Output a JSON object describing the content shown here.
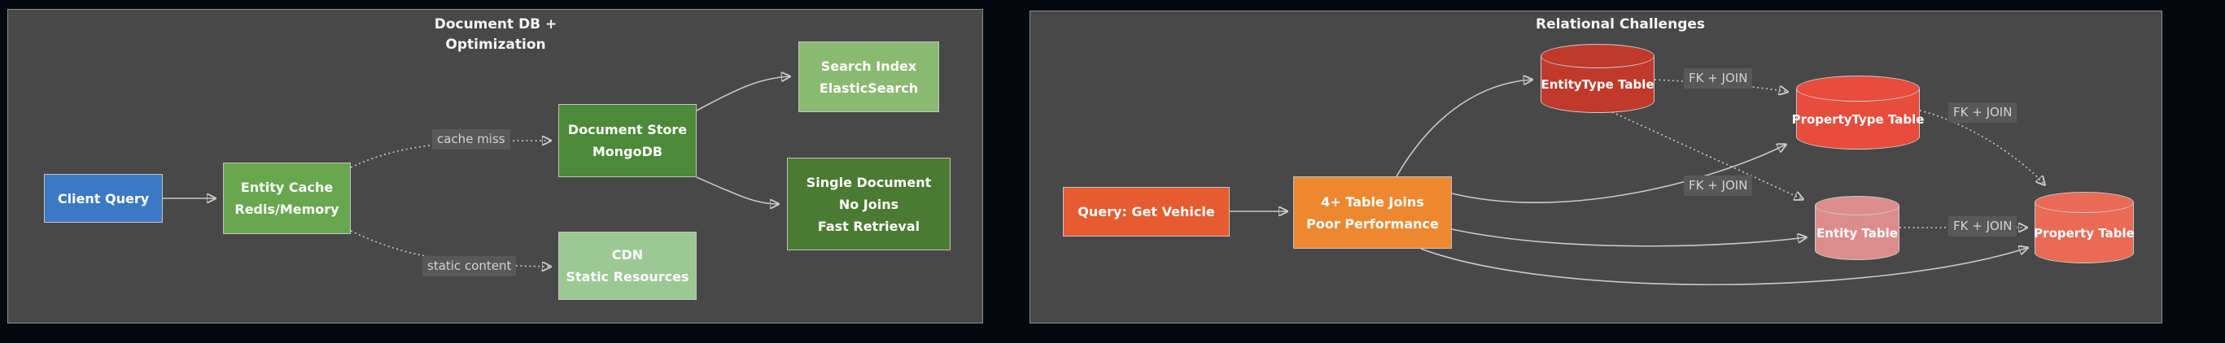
{
  "theme": {
    "page_bg": "#05080f",
    "panel_bg": "#484848",
    "edge_color": "#c8c8c8",
    "edge_label_bg": "#585858",
    "text_color": "#ffffff"
  },
  "left_diagram": {
    "title_line1": "Document DB +",
    "title_line2": "Optimization",
    "nodes": {
      "client_query": {
        "label": "Client Query",
        "fill": "#3c79c4"
      },
      "entity_cache": {
        "label1": "Entity Cache",
        "label2": "Redis/Memory",
        "fill": "#68a74e"
      },
      "document_store": {
        "label1": "Document Store",
        "label2": "MongoDB",
        "fill": "#4b8a39"
      },
      "cdn": {
        "label1": "CDN",
        "label2": "Static Resources",
        "fill": "#9cc893"
      },
      "search_index": {
        "label1": "Search Index",
        "label2": "ElasticSearch",
        "fill": "#8aba70"
      },
      "single_document": {
        "label1": "Single Document",
        "label2": "No Joins",
        "label3": "Fast Retrieval",
        "fill": "#4b7b33"
      }
    },
    "edge_labels": {
      "cache_miss": "cache miss",
      "static_content": "static content"
    }
  },
  "right_diagram": {
    "title": "Relational Challenges",
    "nodes": {
      "query_get_vehicle": {
        "label": "Query: Get Vehicle",
        "fill": "#e65c30"
      },
      "table_joins": {
        "label1": "4+ Table Joins",
        "label2": "Poor Performance",
        "fill": "#ee8830"
      },
      "entitytype_table": {
        "label": "EntityType Table",
        "fill": "#c0392b"
      },
      "propertytype_table": {
        "label": "PropertyType Table",
        "fill": "#e74c3c"
      },
      "entity_table": {
        "label": "Entity Table",
        "fill": "#dd8c8c"
      },
      "property_table": {
        "label": "Property Table",
        "fill": "#e96a55"
      }
    },
    "edge_labels": {
      "fk_join": "FK + JOIN"
    }
  }
}
